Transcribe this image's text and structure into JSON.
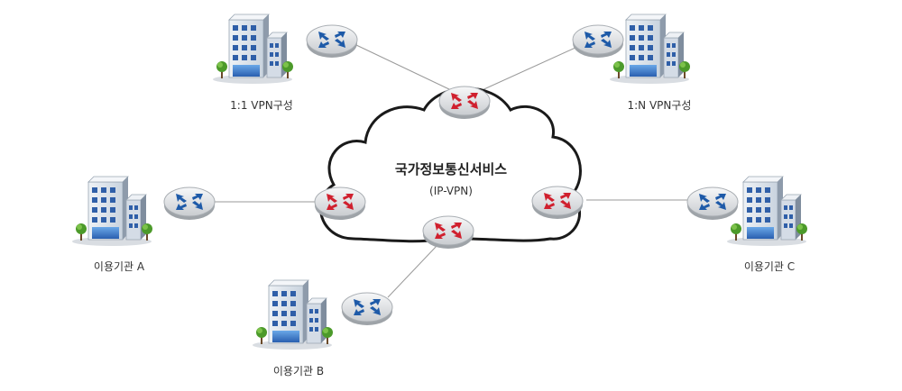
{
  "cloud": {
    "title": "국가정보통신서비스",
    "subtitle": "(IP-VPN)"
  },
  "sites": {
    "one_to_one": {
      "label": "1:1 VPN구성"
    },
    "one_to_n": {
      "label": "1:N VPN구성"
    },
    "org_a": {
      "label": "이용기관 A"
    },
    "org_b": {
      "label": "이용기관 B"
    },
    "org_c": {
      "label": "이용기관 C"
    }
  },
  "icons": {
    "building": "office-building-icon",
    "customer_router": "router-blue-icon",
    "core_router": "router-red-icon"
  },
  "colors": {
    "cloud_stroke": "#1a1a1a",
    "link_line": "#9a9a9a",
    "customer_arrow": "#1e5aa8",
    "core_arrow": "#d0202e",
    "router_body": "#e4e6e8",
    "building_wall": "#dfe6ee",
    "building_window": "#2f5fa8",
    "tree_green": "#4c9a2a"
  }
}
